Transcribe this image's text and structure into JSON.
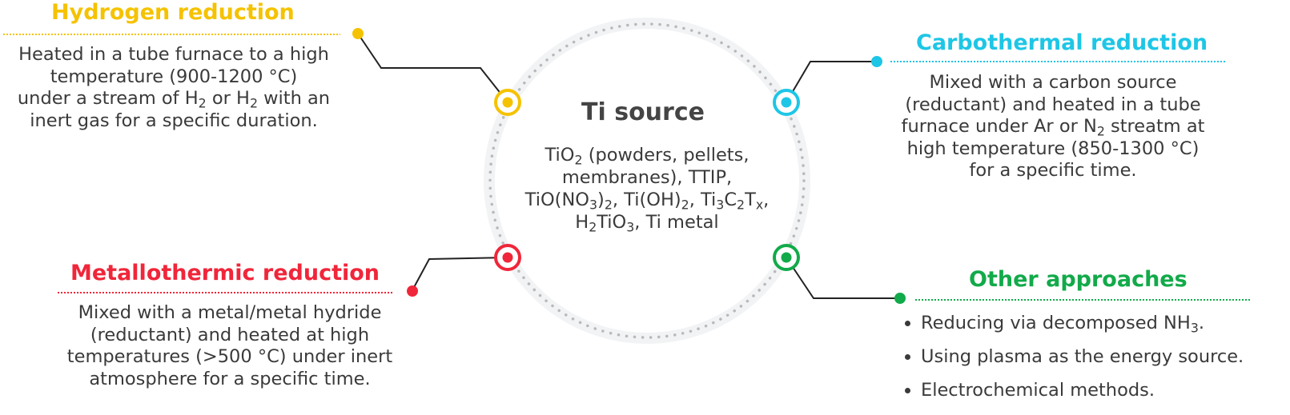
{
  "center": {
    "title": "Ti source",
    "sources": [
      {
        "text": "TiO",
        "sub": "2",
        "after": " (powders, pellets,"
      },
      {
        "text": "membranes), TTIP,"
      },
      {
        "text": "TiO(NO",
        "sub": "3",
        "after": ")"
      },
      {
        "text": "2",
        "sub_only": true
      }
    ]
  },
  "hydrogen": {
    "title": "Hydrogen reduction",
    "color": "#f5c200",
    "line1": "Heated in a tube furnace to a high",
    "line2": "temperature (900-1200 °C)",
    "line3a": "under a stream of H",
    "line3b": " or H",
    "line3c": " with an",
    "line4": "inert gas for a specific duration.",
    "sub": "2"
  },
  "carbothermal": {
    "title": "Carbothermal reduction",
    "color": "#1ec6e6",
    "line1": "Mixed with a carbon source",
    "line2": "(reductant) and heated in a tube",
    "line3a": "furnace under Ar or N",
    "line3b": " streatm at",
    "line4": "high temperature (850-1300 °C)",
    "line5": "for a specific time.",
    "sub": "2"
  },
  "metallothermic": {
    "title": "Metallothermic reduction",
    "color": "#f0263a",
    "line1": "Mixed with a metal/metal hydride",
    "line2": "(reductant) and heated at high",
    "line3": "temperatures (>500 °C) under inert",
    "line4": "atmosphere for a specific time."
  },
  "other": {
    "title": "Other approaches",
    "color": "#12aa4a",
    "item1a": "Reducing via decomposed NH",
    "item1sub": "3",
    "item1b": ".",
    "item2": "Using plasma as the energy source.",
    "item3": "Electrochemical methods."
  },
  "center_text": {
    "l1a": "TiO",
    "l1sub": "2",
    "l1b": " (powders, pellets,",
    "l2": "membranes), TTIP,",
    "l3a": "TiO(NO",
    "l3sub1": "3",
    "l3b": ")",
    "l3sub2": "2",
    "l3c": ", Ti(OH)",
    "l3sub3": "2",
    "l3d": ", Ti",
    "l3sub4": "3",
    "l3e": "C",
    "l3sub5": "2",
    "l3f": "T",
    "l3sub6": "x",
    "l3g": ",",
    "l4a": "H",
    "l4sub1": "2",
    "l4b": "TiO",
    "l4sub2": "3",
    "l4c": ", Ti metal"
  }
}
